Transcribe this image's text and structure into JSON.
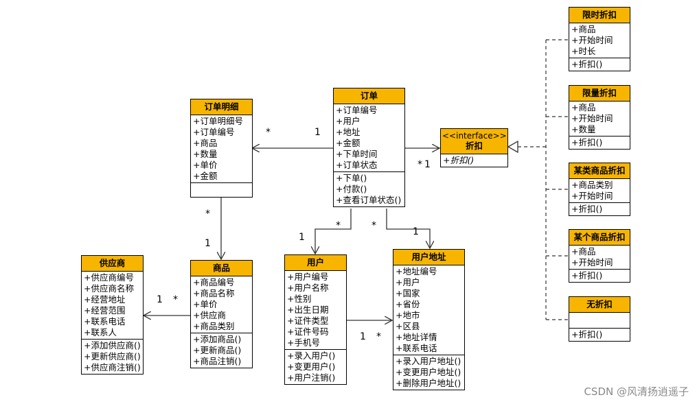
{
  "classes": {
    "order_detail": {
      "name": "订单明细",
      "attrs": [
        "+订单明细号",
        "+订单编号",
        "+商品",
        "+数量",
        "+单价",
        "+金额"
      ],
      "methods": []
    },
    "order": {
      "name": "订单",
      "attrs": [
        "+订单编号",
        "+用户",
        "+地址",
        "+金额",
        "+下单时间",
        "+订单状态"
      ],
      "methods": [
        "+下单()",
        "+付款()",
        "+查看订单状态()"
      ]
    },
    "discount": {
      "stereotype": "<<interface>>",
      "name": "折扣",
      "attrs": [
        "+折扣()"
      ]
    },
    "timed_discount": {
      "name": "限时折扣",
      "attrs": [
        "+商品",
        "+开始时间",
        "+时长"
      ],
      "methods": [
        "+折扣()"
      ]
    },
    "quantity_discount": {
      "name": "限量折扣",
      "attrs": [
        "+商品",
        "+开始时间",
        "+数量"
      ],
      "methods": [
        "+折扣()"
      ]
    },
    "category_discount": {
      "name": "某类商品折扣",
      "attrs": [
        "+商品类别",
        "+开始时间"
      ],
      "methods": [
        "+折扣()"
      ]
    },
    "product_discount": {
      "name": "某个商品折扣",
      "attrs": [
        "+商品",
        "+开始时间"
      ],
      "methods": [
        "+折扣()"
      ]
    },
    "no_discount": {
      "name": "无折扣",
      "attrs": [],
      "methods": [
        "+折扣()"
      ]
    },
    "supplier": {
      "name": "供应商",
      "attrs": [
        "+供应商编号",
        "+供应商名称",
        "+经营地址",
        "+经营范围",
        "+联系电话",
        "+联系人"
      ],
      "methods": [
        "+添加供应商()",
        "+更新供应商()",
        "+供应商注销()"
      ]
    },
    "product": {
      "name": "商品",
      "attrs": [
        "+商品编号",
        "+商品名称",
        "+单价",
        "+供应商",
        "+商品类别"
      ],
      "methods": [
        "+添加商品()",
        "+更新商品()",
        "+商品注销()"
      ]
    },
    "user": {
      "name": "用户",
      "attrs": [
        "+用户编号",
        "+用户名称",
        "+性别",
        "+出生日期",
        "+证件类型",
        "+证件号码",
        "+手机号"
      ],
      "methods": [
        "+录入用户()",
        "+变更用户()",
        "+用户注销()"
      ]
    },
    "user_address": {
      "name": "用户地址",
      "attrs": [
        "+地址编号",
        "+用户",
        "+国家",
        "+省份",
        "+地市",
        "+区县",
        "+地址详情",
        "+联系电话"
      ],
      "methods": [
        "+录入用户地址()",
        "+变更用户地址()",
        "+删除用户地址()"
      ]
    }
  },
  "multiplicities": {
    "detail_order_many": "*",
    "detail_order_one": "1",
    "detail_product_many": "*",
    "detail_product_one": "1",
    "product_supplier_one": "1",
    "product_supplier_many": "*",
    "order_user_one": "1",
    "order_user_many": "*",
    "order_address_many": "*",
    "order_address_one": "1",
    "order_discount_many": "*",
    "order_discount_one": "1",
    "user_address_one": "1",
    "user_address_many": "*"
  },
  "watermark": "CSDN @风清扬逍遥子",
  "colors": {
    "header": "#f7b500",
    "line": "#333333"
  }
}
